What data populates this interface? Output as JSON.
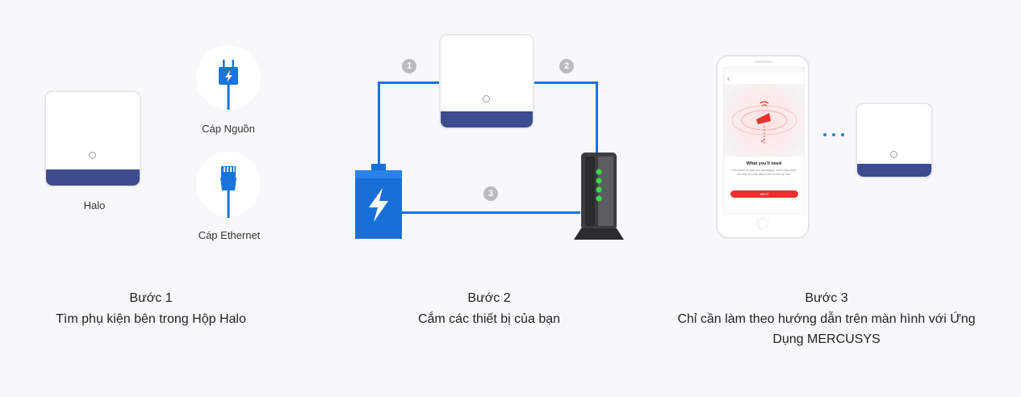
{
  "step1": {
    "device_label": "Halo",
    "power_cable_label": "Cáp Nguồn",
    "ethernet_cable_label": "Cáp Ethernet",
    "title": "Bước 1",
    "description": "Tìm phụ kiện bên trong Hộp Halo"
  },
  "step2": {
    "badges": [
      "1",
      "2",
      "3"
    ],
    "title": "Bước 2",
    "description": "Cắm các thiết bị của bạn"
  },
  "step3": {
    "app_screen_heading": "What you'll need",
    "app_screen_body": "Find these in your box packaging. You'll only need one box for now. Move one for set up one.",
    "app_button_label": "NEXT",
    "title": "Bước 3",
    "description_line1": "Chỉ cần làm theo hướng dẫn trên màn hình với Ứng",
    "description_line2": "Dụng MERCUSYS"
  },
  "colors": {
    "band": "#3d4c8e",
    "wire": "#1a73d9",
    "accent_red": "#e8312e",
    "led_green": "#3ddc4a"
  },
  "icons": [
    "power-plug-icon",
    "ethernet-plug-icon",
    "lightning-icon",
    "signal-icon",
    "checkmark-icon",
    "back-arrow-icon"
  ]
}
